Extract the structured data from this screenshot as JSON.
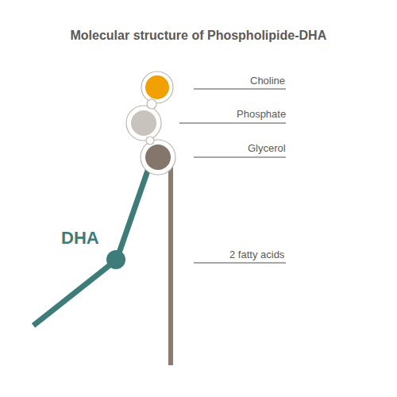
{
  "diagram": {
    "title": "Molecular structure of Phospholipide-DHA",
    "labels": [
      "Choline",
      "Phosphate",
      "Glycerol",
      "2 fatty acids",
      "DHA"
    ]
  }
}
